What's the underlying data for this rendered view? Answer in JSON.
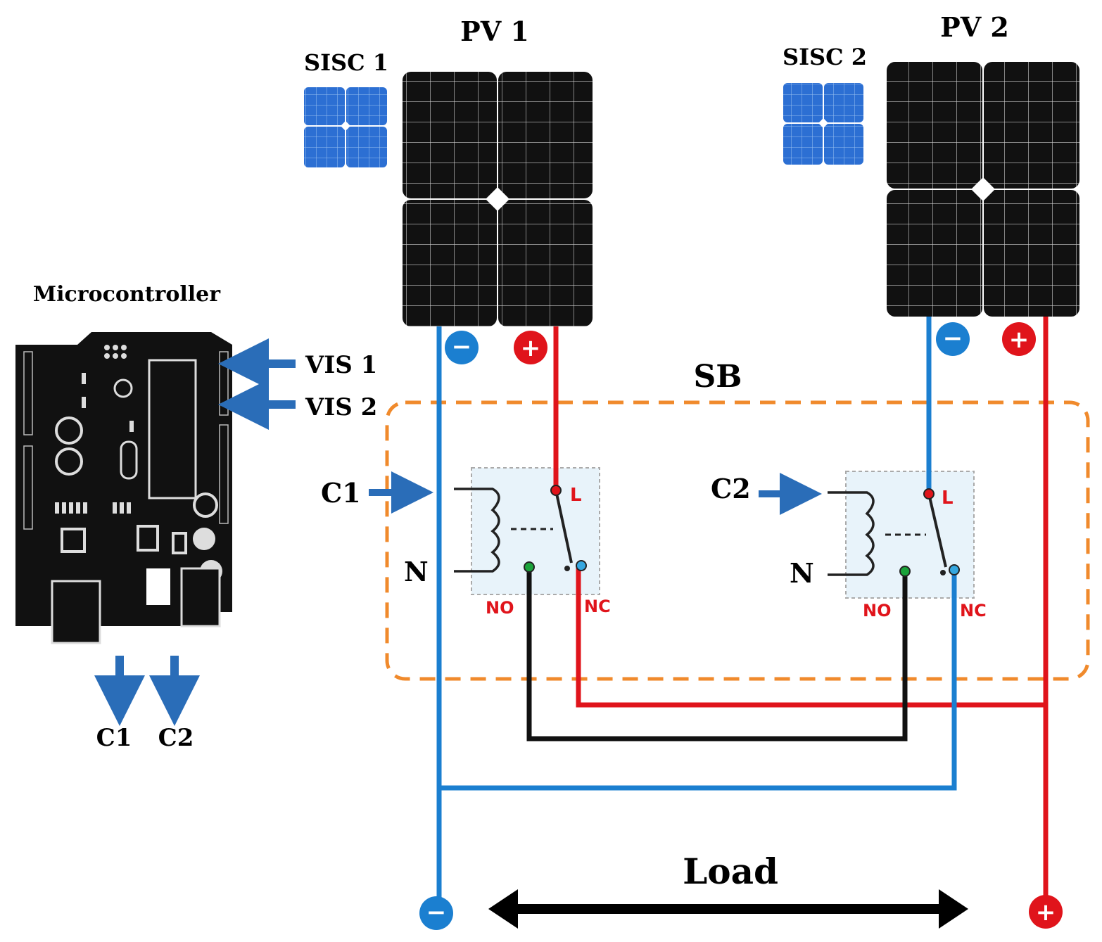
{
  "labels": {
    "pv1": "PV 1",
    "pv2": "PV 2",
    "sisc1": "SISC 1",
    "sisc2": "SISC 2",
    "microcontroller": "Microcontroller",
    "vis1": "VIS 1",
    "vis2": "VIS 2",
    "sb": "SB",
    "c1_in": "C1",
    "c2_in": "C2",
    "c1_out": "C1",
    "c2_out": "C2",
    "n1": "N",
    "n2": "N",
    "l1": "L",
    "l2": "L",
    "no1": "NO",
    "nc1": "NC",
    "no2": "NO",
    "nc2": "NC",
    "load": "Load"
  },
  "symbols": {
    "minus": "−",
    "plus": "+"
  },
  "colors": {
    "negative_wire": "#1b7fd0",
    "positive_wire": "#e0141b",
    "no_wire": "#111111",
    "sb_border": "#f08a2c",
    "arrow": "#2a6db8",
    "relay_bg": "#e8f3fa",
    "panel": "#111111",
    "small_cell": "#2c6fd3",
    "no_terminal": "#1aa33a",
    "nc_terminal": "#35a7e0",
    "l_terminal": "#e0141b"
  }
}
